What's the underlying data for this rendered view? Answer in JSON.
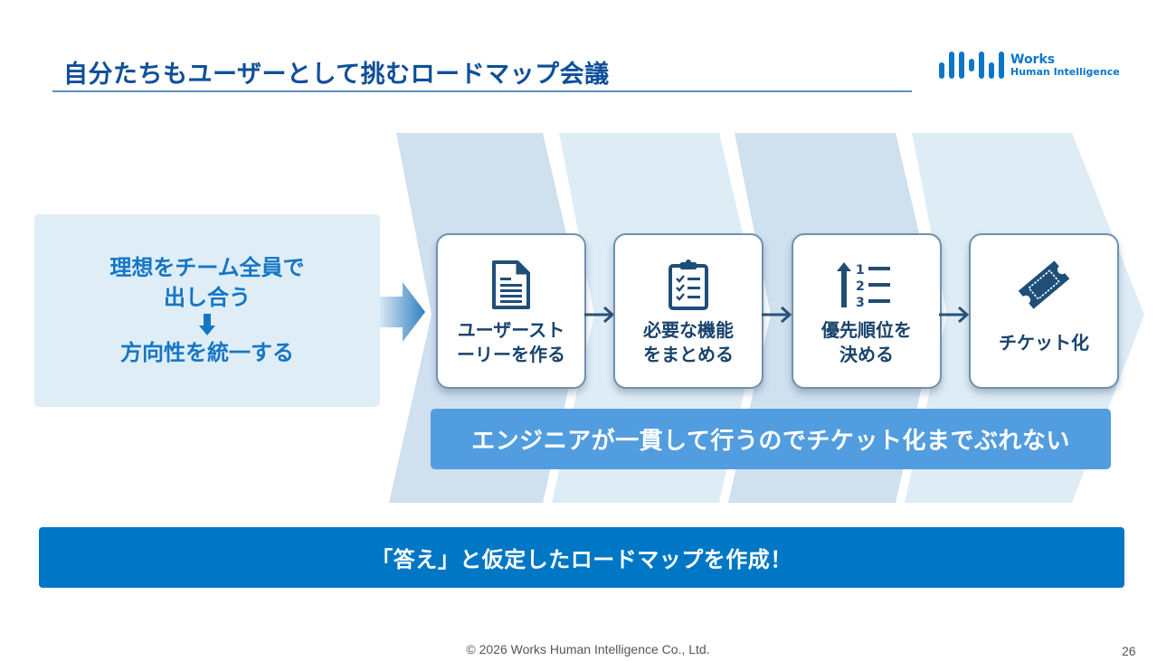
{
  "slide": {
    "title": "自分たちもユーザーとして挑むロードマップ会議",
    "logo": {
      "line1": "Works",
      "line2": "Human Intelligence",
      "brand_color": "#0b76c9"
    },
    "left_box": {
      "line1": "理想をチーム全員で",
      "line2": "出し合う",
      "arrow_icon": "down-arrow-icon",
      "line3": "方向性を統一する"
    },
    "steps": [
      {
        "icon": "document-icon",
        "label": "ユーザースト\nーリーを作る"
      },
      {
        "icon": "clipboard-checklist-icon",
        "label": "必要な機能\nをまとめる"
      },
      {
        "icon": "priority-list-icon",
        "label": "優先順位を\n決める"
      },
      {
        "icon": "ticket-icon",
        "label": "チケット化"
      }
    ],
    "band_text": "エンジニアが一貫して行うのでチケット化までぶれない",
    "bottom_bar_text": "「答え」と仮定したロードマップを作成！",
    "footer": "© 2026 Works Human Intelligence Co., Ltd.",
    "page_number": "26",
    "colors": {
      "title": "#0f4f99",
      "accent_blue": "#0077c5",
      "band_blue": "#529ddf",
      "step_text": "#18436c",
      "left_box_bg": "#deedf6"
    }
  }
}
